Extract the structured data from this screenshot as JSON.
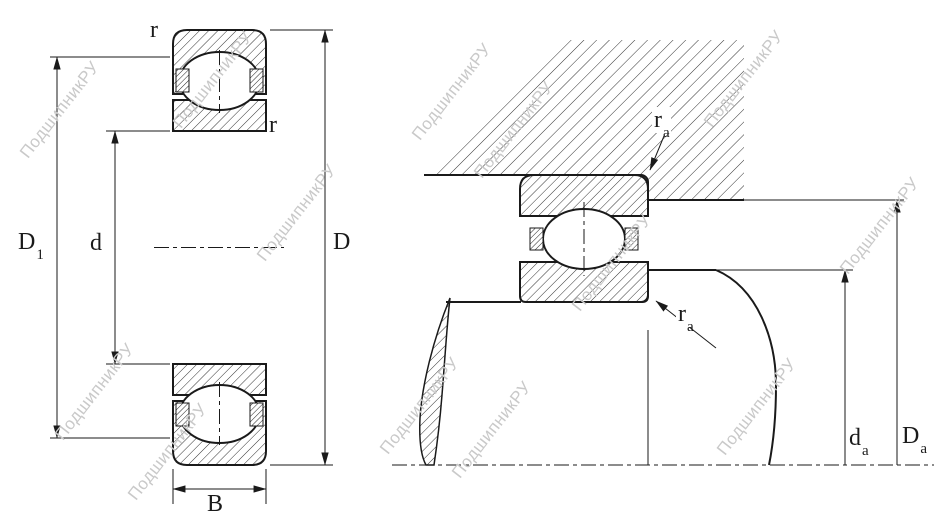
{
  "drawing": {
    "title": "bearing-cross-section-and-mounting-diagram",
    "watermark_text": "ПодшипникРУ",
    "labels": {
      "r_top": "r",
      "r_inner": "r",
      "D1_base": "D",
      "D1_sub": "1",
      "d": "d",
      "D": "D",
      "B": "B",
      "ra_top_base": "r",
      "ra_top_sub": "a",
      "ra_bottom_base": "r",
      "ra_bottom_sub": "a",
      "da_base": "d",
      "da_sub": "a",
      "Da_base": "D",
      "Da_sub": "a"
    },
    "colors": {
      "line": "#1a1a1a",
      "hatch": "#333333",
      "watermark": "#c9c9c9",
      "background": "#ffffff"
    }
  }
}
